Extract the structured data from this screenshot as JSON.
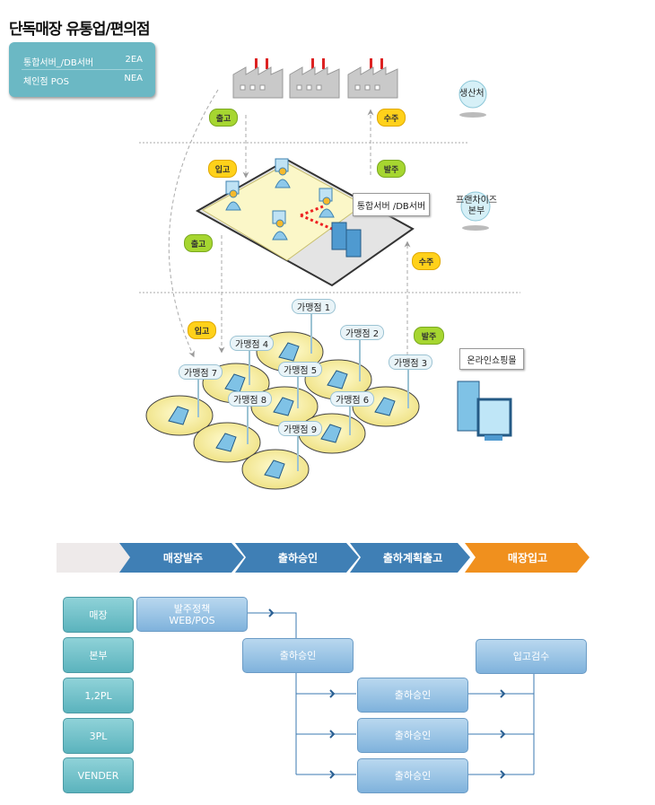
{
  "title": "단독매장 유통업/편의점",
  "info": {
    "rows": [
      {
        "name": "통합서버_/DB서버",
        "qty": "2EA"
      },
      {
        "name": "체인점 POS",
        "qty": "NEA"
      }
    ]
  },
  "top_diagram": {
    "tier_labels": {
      "producer": "생산처",
      "hq": "프랜차이즈 본부"
    },
    "flow_labels": {
      "ship_out_1": "출고",
      "receive_order_1": "수주",
      "receive_in_1": "입고",
      "place_order_1": "발주",
      "ship_out_2": "출고",
      "receive_order_2": "수주",
      "receive_in_2": "입고",
      "place_order_2": "발주"
    },
    "server_callout": "통합서버 /DB서버",
    "online_mall": "온라인쇼핑몰",
    "stores": [
      "가맹점 1",
      "가맹점 2",
      "가맹점 3",
      "가맹점 4",
      "가맹점 5",
      "가맹점 6",
      "가맹점 7",
      "가맹점 8",
      "가맹점 9"
    ]
  },
  "process": {
    "steps": [
      "매장발주",
      "출하승인",
      "출하계획출고",
      "매장입고"
    ],
    "colors": {
      "step": "#3f7fb5",
      "active": "#f0901e",
      "lead": "#eeeaea"
    },
    "roles": [
      "매장",
      "본부",
      "1,2PL",
      "3PL",
      "VENDER"
    ],
    "boxes": {
      "order_policy": "발주정책\nWEB/POS",
      "hq_approve": "출하승인",
      "inspect": "입고검수",
      "pl12_approve": "출하승인",
      "pl3_approve": "출하승인",
      "vendor_approve": "출하승인"
    }
  }
}
